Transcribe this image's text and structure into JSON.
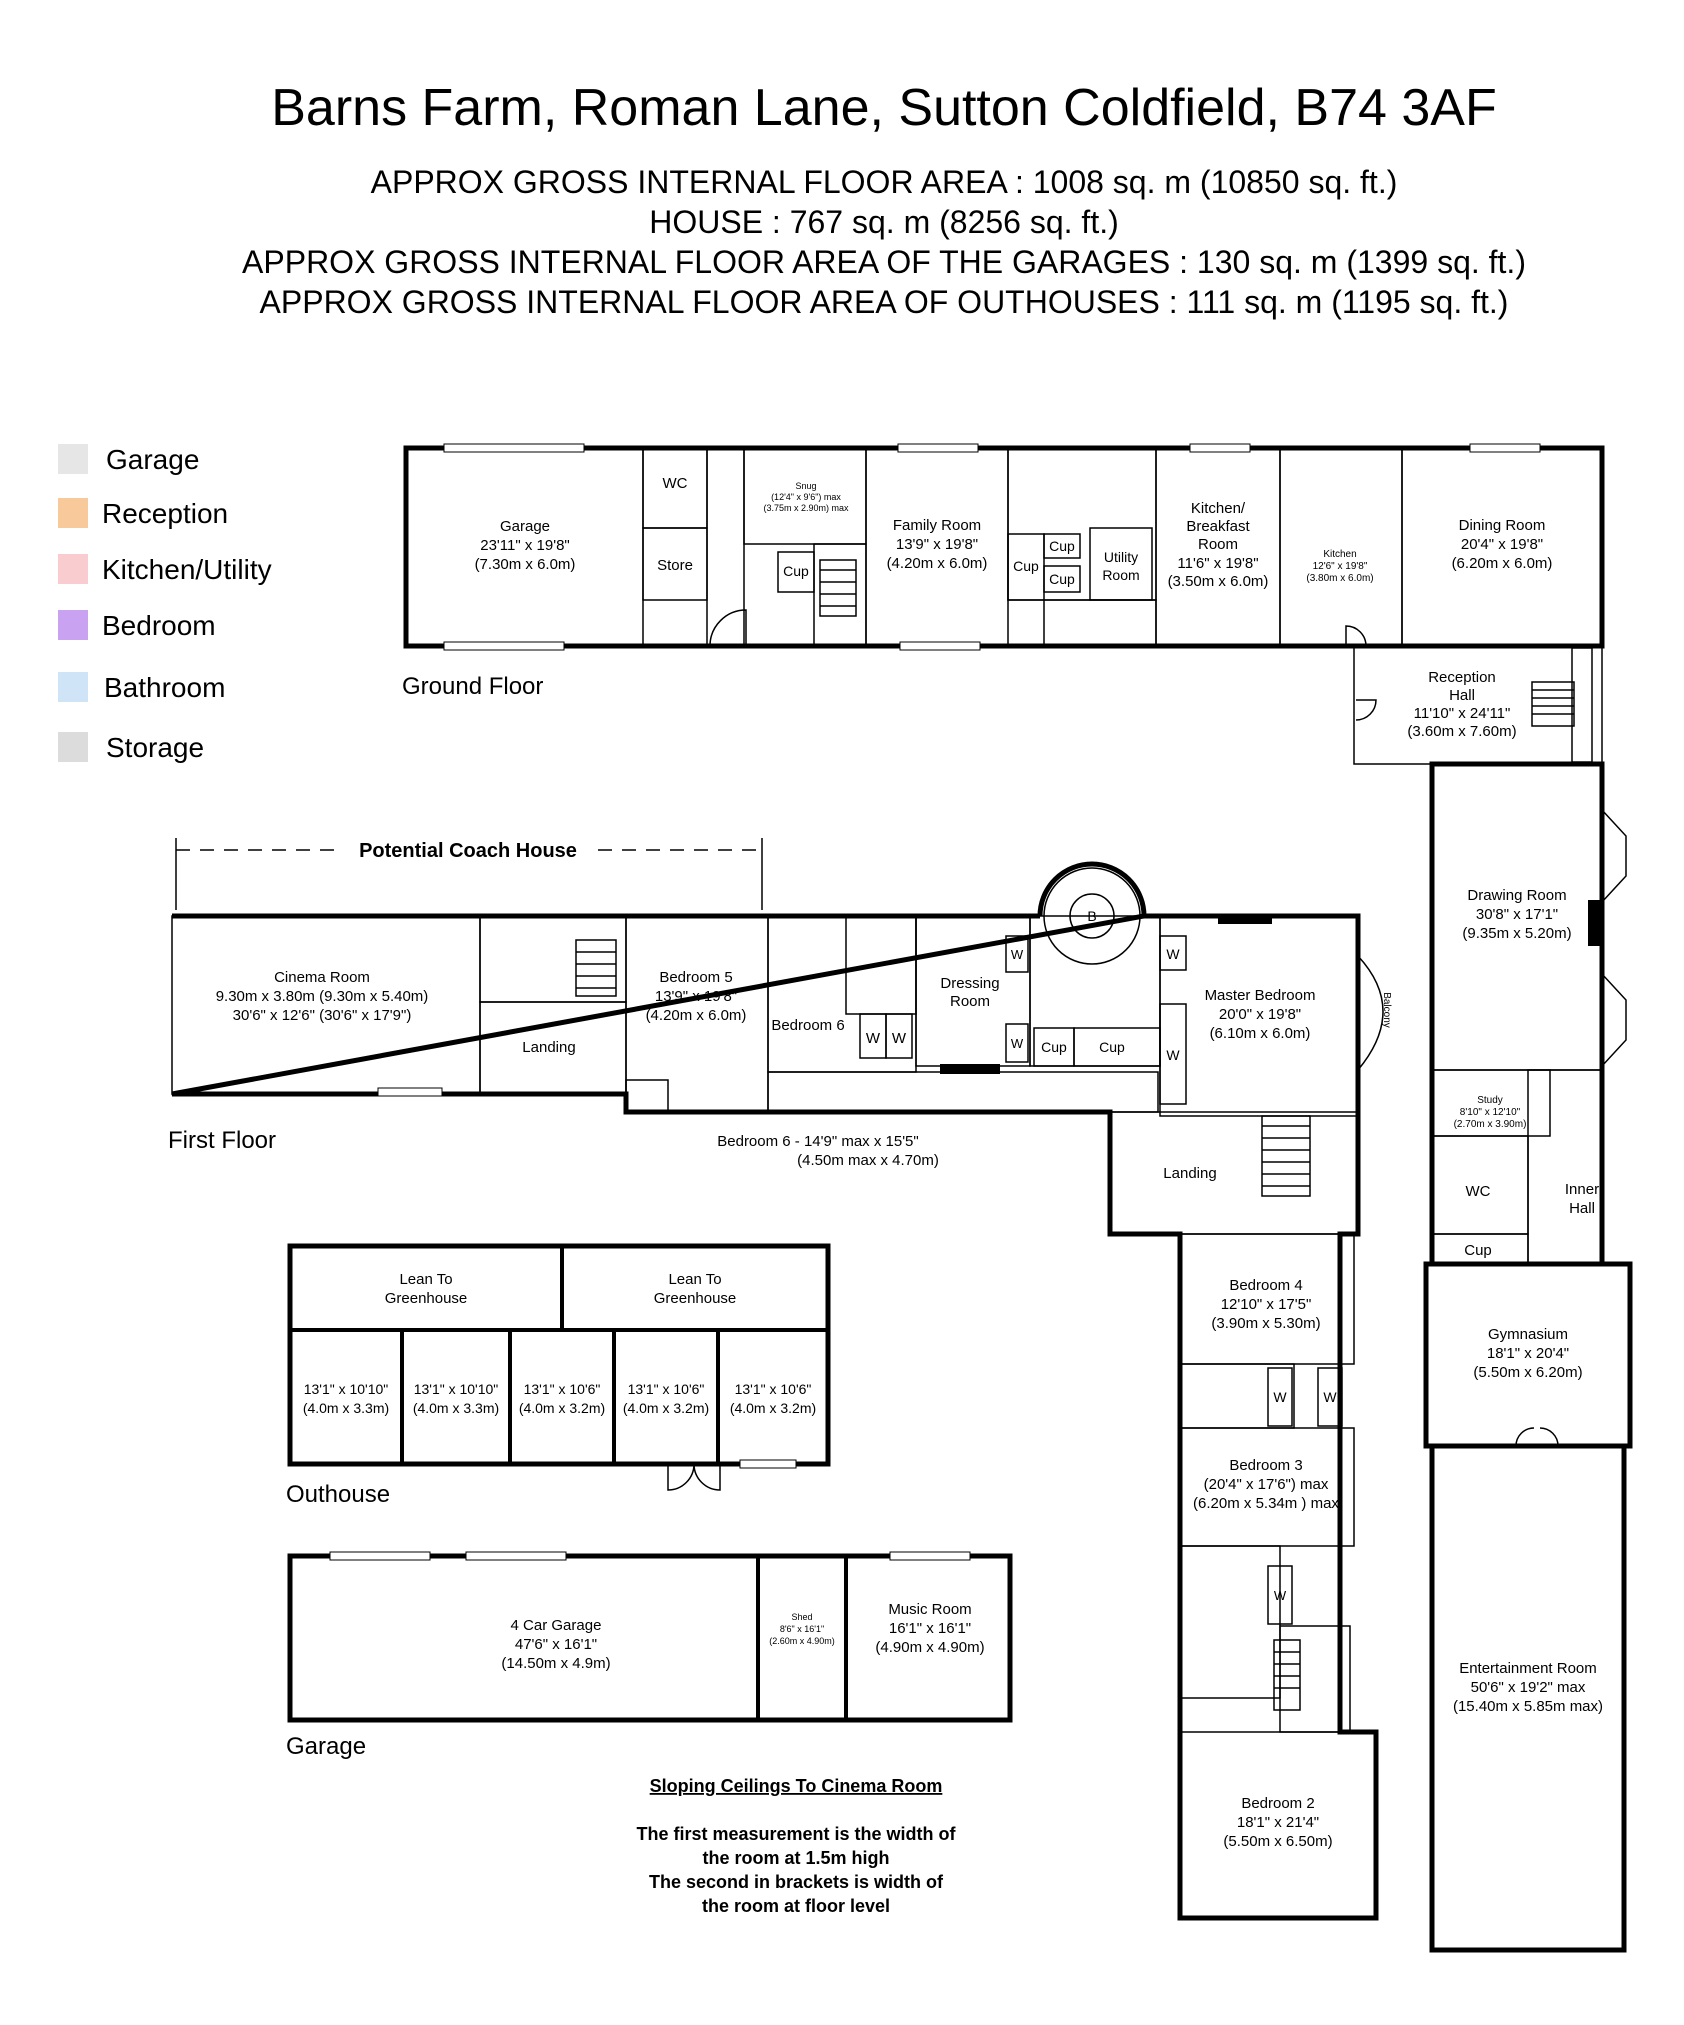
{
  "header": {
    "title": "Barns Farm, Roman Lane, Sutton Coldfield, B74 3AF",
    "lines": [
      "APPROX GROSS INTERNAL FLOOR AREA : 1008 sq. m (10850 sq. ft.)",
      "HOUSE : 767 sq. m (8256 sq. ft.)",
      "APPROX GROSS INTERNAL FLOOR AREA OF THE GARAGES : 130 sq. m (1399 sq. ft.)",
      "APPROX GROSS INTERNAL FLOOR AREA OF OUTHOUSES : 111 sq. m (1195 sq. ft.)"
    ]
  },
  "legend": [
    {
      "label": "Garage",
      "color": "#e6e6e6"
    },
    {
      "label": "Reception",
      "color": "#f8c99a"
    },
    {
      "label": "Kitchen/Utility",
      "color": "#f9cdd0"
    },
    {
      "label": "Bedroom",
      "color": "#c9a3f2"
    },
    {
      "label": "Bathroom",
      "color": "#cfe4f7"
    },
    {
      "label": "Storage",
      "color": "#dcdcdc"
    }
  ],
  "colors": {
    "garage": "#e6e6e6",
    "reception": "#f8c99a",
    "kitchen": "#f9cdd0",
    "bedroom": "#c9a3f2",
    "bathroom": "#cfe4f7",
    "storage": "#dcdcdc",
    "greenhouse": "#ccf5cf",
    "wall": "#000000"
  },
  "floor_labels": {
    "ground": "Ground Floor",
    "first": "First Floor",
    "outhouse": "Outhouse",
    "garage": "Garage"
  },
  "coach_house": "Potential Coach House",
  "bedroom6_note": [
    "Bedroom 6 - 14'9\" max x 15'5\"",
    "(4.50m max x 4.70m)"
  ],
  "notes": {
    "heading": "Sloping Ceilings To Cinema Room",
    "lines": [
      "The first measurement is the width of",
      "the room at 1.5m high",
      "The second in  brackets is width of",
      "the room at floor level"
    ]
  },
  "rooms": {
    "garage_gf": [
      "Garage",
      "23'11\" x 19'8\"",
      "(7.30m x 6.0m)"
    ],
    "wc_gf": [
      "WC"
    ],
    "store_gf": [
      "Store"
    ],
    "snug": [
      "Snug",
      "(12'4\" x 9'6\") max",
      "(3.75m x 2.90m) max"
    ],
    "cup_snug": [
      "Cup"
    ],
    "family": [
      "Family Room",
      "13'9\" x 19'8\"",
      "(4.20m x 6.0m)"
    ],
    "cup_a": [
      "Cup"
    ],
    "cup_b": [
      "Cup"
    ],
    "cup_c": [
      "Cup"
    ],
    "utility": [
      "Utility",
      "Room"
    ],
    "kitchen_bkfst": [
      "Kitchen/",
      "Breakfast",
      "Room",
      "11'6\" x 19'8\"",
      "(3.50m x 6.0m)"
    ],
    "kitchen": [
      "Kitchen",
      "12'6\" x 19'8\"",
      "(3.80m x 6.0m)"
    ],
    "dining": [
      "Dining Room",
      "20'4\" x 19'8\"",
      "(6.20m x 6.0m)"
    ],
    "reception_hall": [
      "Reception",
      "Hall",
      "11'10\" x 24'11\"",
      "(3.60m x 7.60m)"
    ],
    "drawing": [
      "Drawing Room",
      "30'8\" x 17'1\"",
      "(9.35m x 5.20m)"
    ],
    "study": [
      "Study",
      "8'10\" x 12'10\"",
      "(2.70m x 3.90m)"
    ],
    "wc_gf2": [
      "WC"
    ],
    "inner_hall": [
      "Inner",
      "Hall"
    ],
    "cup_inner": [
      "Cup"
    ],
    "gym": [
      "Gymnasium",
      "18'1\" x 20'4\"",
      "(5.50m x 6.20m)"
    ],
    "entertainment": [
      "Entertainment Room",
      "50'6\" x 19'2\" max",
      "(15.40m x 5.85m max)"
    ],
    "cinema": [
      "Cinema Room",
      "9.30m x 3.80m (9.30m x 5.40m)",
      "30'6\" x 12'6\" (30'6\" x 17'9\")"
    ],
    "landing_ff1": [
      "Landing"
    ],
    "bed5": [
      "Bedroom 5",
      "13'9\" x 19'8\"",
      "(4.20m x 6.0m)"
    ],
    "bed6": [
      "Bedroom 6"
    ],
    "dressing": [
      "Dressing",
      "Room"
    ],
    "master": [
      "Master Bedroom",
      "20'0\" x 19'8\"",
      "(6.10m x 6.0m)"
    ],
    "balcony": [
      "Balcony"
    ],
    "landing_ff2": [
      "Landing"
    ],
    "bed4": [
      "Bedroom 4",
      "12'10\" x 17'5\"",
      "(3.90m x 5.30m)"
    ],
    "bed3": [
      "Bedroom 3",
      "(20'4\" x 17'6\") max",
      "(6.20m x 5.34m ) max"
    ],
    "bed2": [
      "Bedroom 2",
      "18'1\" x 21'4\"",
      "(5.50m x 6.50m)"
    ],
    "cup_ff1": [
      "Cup"
    ],
    "cup_ff2": [
      "Cup"
    ],
    "b_mark": [
      "B"
    ],
    "lean1": [
      "Lean To",
      "Greenhouse"
    ],
    "lean2": [
      "Lean To",
      "Greenhouse"
    ],
    "oh1": [
      "13'1\" x 10'10\"",
      "(4.0m x 3.3m)"
    ],
    "oh2": [
      "13'1\" x 10'10\"",
      "(4.0m x 3.3m)"
    ],
    "oh3": [
      "13'1\" x 10'6\"",
      "(4.0m x 3.2m)"
    ],
    "oh4": [
      "13'1\" x 10'6\"",
      "(4.0m x 3.2m)"
    ],
    "oh5": [
      "13'1\" x 10'6\"",
      "(4.0m x 3.2m)"
    ],
    "car_garage": [
      "4 Car Garage",
      "47'6\" x 16'1\"",
      "(14.50m x 4.9m)"
    ],
    "shed": [
      "Shed",
      "8'6\" x 16'1\"",
      "(2.60m x 4.90m)"
    ],
    "music": [
      "Music Room",
      "16'1\" x 16'1\"",
      "(4.90m x 4.90m)"
    ]
  },
  "wardrobe_label": "W"
}
